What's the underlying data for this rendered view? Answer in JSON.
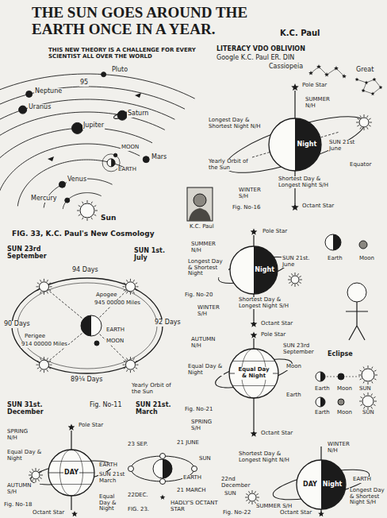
{
  "diagram": {
    "title": "THE SUN GOES AROUND THE EARTH ONCE IN A YEAR.",
    "nodes": [
      {
        "text": [
          "Night"
        ]
      },
      {
        "text": [
          "Night"
        ]
      },
      {
        "text": [
          "Equal Day & Night"
        ]
      },
      {
        "text": [
          "DAY"
        ]
      },
      {
        "text": [
          "DAY",
          "Night"
        ]
      }
    ],
    "labels": [
      "K.C. Paul",
      "THIS NEW THEORY IS A CHALLENGE FOR EVERY SCIENTIST ALL OVER THE WORLD",
      "LITERACY VDO OBLIVION",
      "Google K.C. Paul ER. DIN",
      "Cassiopeia",
      "Great",
      "Pluto",
      "95",
      "Neptune",
      "Uranus",
      "Saturn",
      "Jupiter",
      "MOON",
      "Mars",
      "EARTH",
      "Venus",
      "Mercury",
      "Sun",
      "K.C. Paul",
      "FIG. 33, K.C. Paul's New Cosmology",
      "Pole Star",
      "SUMMER N/H",
      "Longest Day & Shortest Night N/H",
      "SUN 21st June",
      "Equator",
      "Yearly Orbit of the Sun",
      "Shortest Day & Longest Night S/H",
      "WINTER S/H",
      "Octant Star",
      "Fig. No-16",
      "SUN 23rd September",
      "SUN 1st. July",
      "94 Days",
      "Apogee",
      "945 00000 Miles",
      "90 Days",
      "92 Days",
      "Perigee",
      "914 00000 Miles",
      "EARTH",
      "MOON",
      "89¼ Days",
      "Yearly Orbit of the Sun",
      "SUN 31st. December",
      "Fig. No-11",
      "SUN 21st. March",
      "Pole Star",
      "SUMMER N/H",
      "Longest Day & Shortest Night",
      "SUN 21st. June",
      "Earth",
      "Moon",
      "Fig. No-20",
      "Shortest Day & Longest Night S/H",
      "WINTER S/H",
      "Octant Star",
      "Pole Star",
      "AUTUMN N/H",
      "SUN 23rd September",
      "Equal Day & Night",
      "Moon",
      "Earth",
      "Fig. No-21",
      "SPRING S/H",
      "Octant Star",
      "Eclipse",
      "Earth",
      "Moon",
      "SUN",
      "Earth",
      "Moon",
      "SUN",
      "Pole Star",
      "SPRING N/H",
      "Equal Day & Night",
      "EARTH",
      "SUN 21st March",
      "AUTUMN S/H",
      "Equal Day & Night",
      "Fig. No-18",
      "Octant Star",
      "23 SEP.",
      "21 JUNE",
      "SUN",
      "EARTH",
      "22DEC.",
      "21 MARCH",
      "FIG. 23.",
      "HADLY'S OCTANT STAR",
      "WINTER N/H",
      "Shortest Day & Longest Night N/H",
      "22nd December",
      "SUN",
      "EARTH",
      "Longest Day & Shortest Night S/H",
      "SUMMER S/H",
      "Octant Star",
      "Fig. No-22"
    ]
  }
}
